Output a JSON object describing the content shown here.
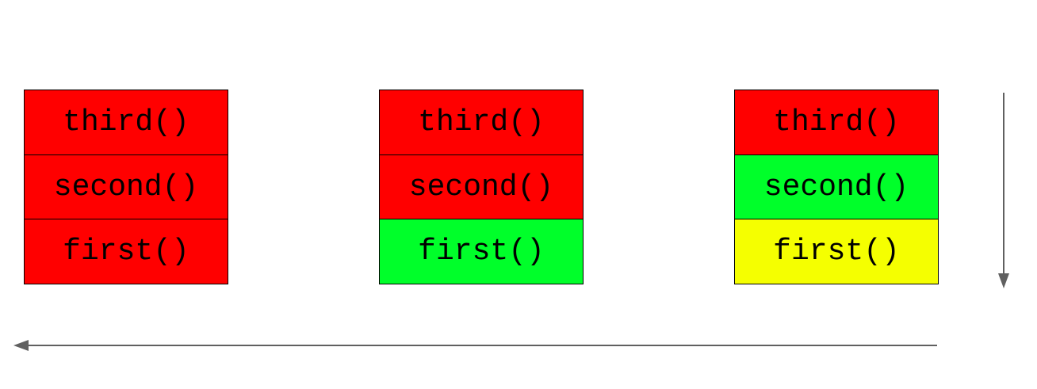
{
  "colors": {
    "unresolved": "#ff0000",
    "resolved": "#00ff2a",
    "current": "#f5ff00",
    "arrow": "#606060",
    "border": "#000000"
  },
  "stacks": [
    {
      "frames": [
        {
          "label": "third()",
          "state": "unresolved"
        },
        {
          "label": "second()",
          "state": "unresolved"
        },
        {
          "label": "first()",
          "state": "unresolved"
        }
      ]
    },
    {
      "frames": [
        {
          "label": "third()",
          "state": "unresolved"
        },
        {
          "label": "second()",
          "state": "unresolved"
        },
        {
          "label": "first()",
          "state": "resolved"
        }
      ]
    },
    {
      "frames": [
        {
          "label": "third()",
          "state": "unresolved"
        },
        {
          "label": "second()",
          "state": "resolved"
        },
        {
          "label": "first()",
          "state": "current"
        }
      ]
    }
  ],
  "arrows": {
    "vertical": {
      "direction": "down",
      "icon": "arrow-down-icon"
    },
    "horizontal": {
      "direction": "left",
      "icon": "arrow-left-icon"
    }
  }
}
